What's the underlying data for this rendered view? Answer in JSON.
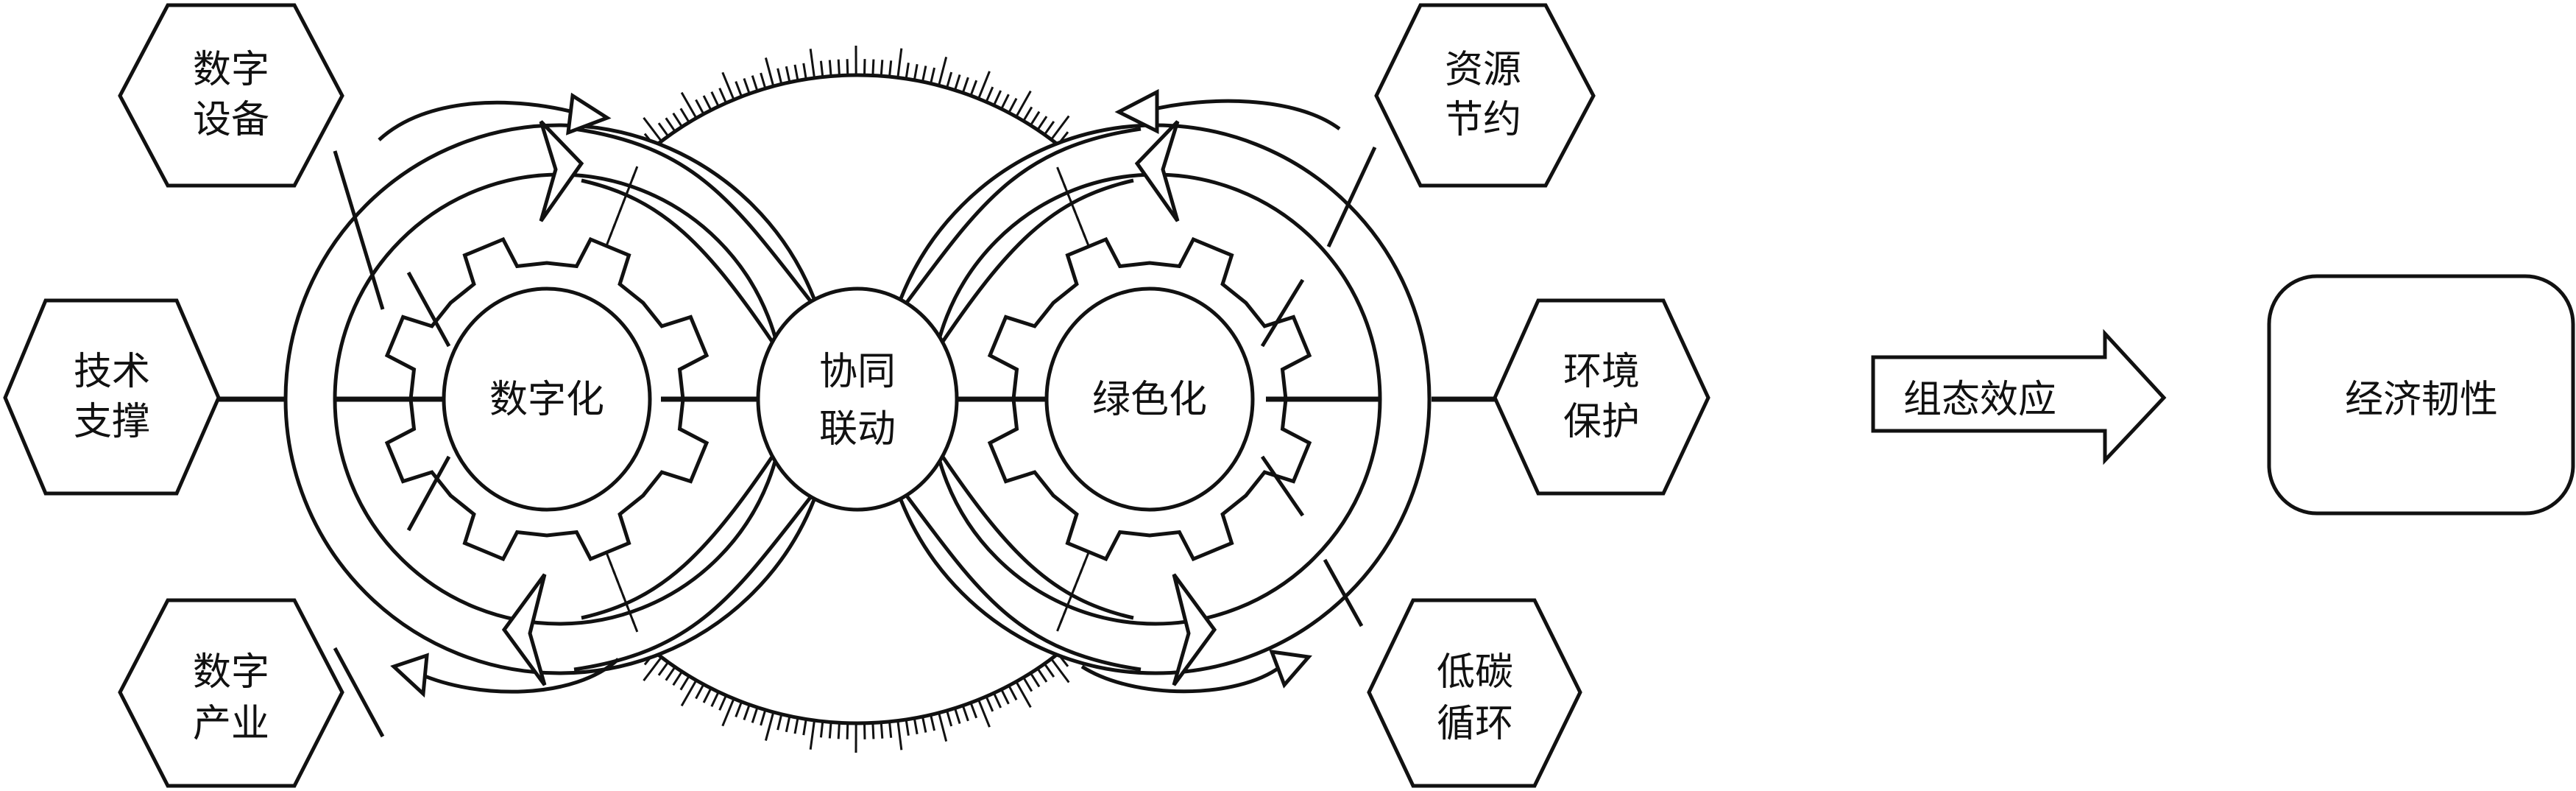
{
  "left_factors": [
    {
      "line1": "数字",
      "line2": "设备"
    },
    {
      "line1": "技术",
      "line2": "支撑"
    },
    {
      "line1": "数字",
      "line2": "产业"
    }
  ],
  "right_factors": [
    {
      "line1": "资源",
      "line2": "节约"
    },
    {
      "line1": "环境",
      "line2": "保护"
    },
    {
      "line1": "低碳",
      "line2": "循环"
    }
  ],
  "gears": {
    "left": "数字化",
    "right": "绿色化"
  },
  "center": {
    "line1": "协同",
    "line2": "联动"
  },
  "effect_arrow": "组态效应",
  "outcome": "经济韧性"
}
